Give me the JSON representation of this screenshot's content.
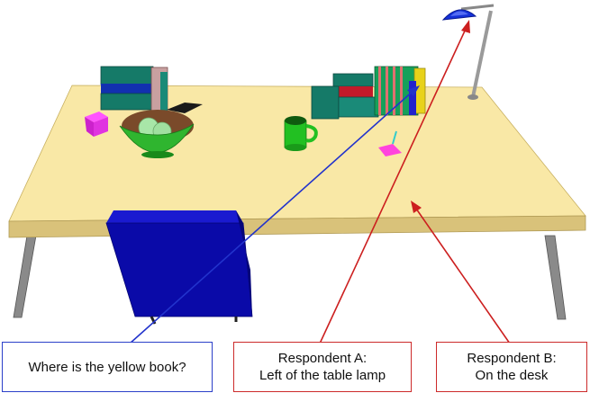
{
  "question": {
    "text": "Where is the yellow book?"
  },
  "respondent_a": {
    "title": "Respondent A:",
    "answer": "Left of the table lamp"
  },
  "respondent_b": {
    "title": "Respondent B:",
    "answer": "On the desk"
  },
  "colors": {
    "question_arrow": "#2233cc",
    "answer_arrow": "#cc1f1f",
    "desk_top": "#f9e8a6",
    "desk_edge": "#d6be74",
    "chair": "#0a0aa8",
    "lamp_shade": "#1430d8",
    "mug": "#22c022",
    "bowl": "#2fb52f",
    "book_teal": "#157a68",
    "book_yellow": "#e8d21a"
  }
}
